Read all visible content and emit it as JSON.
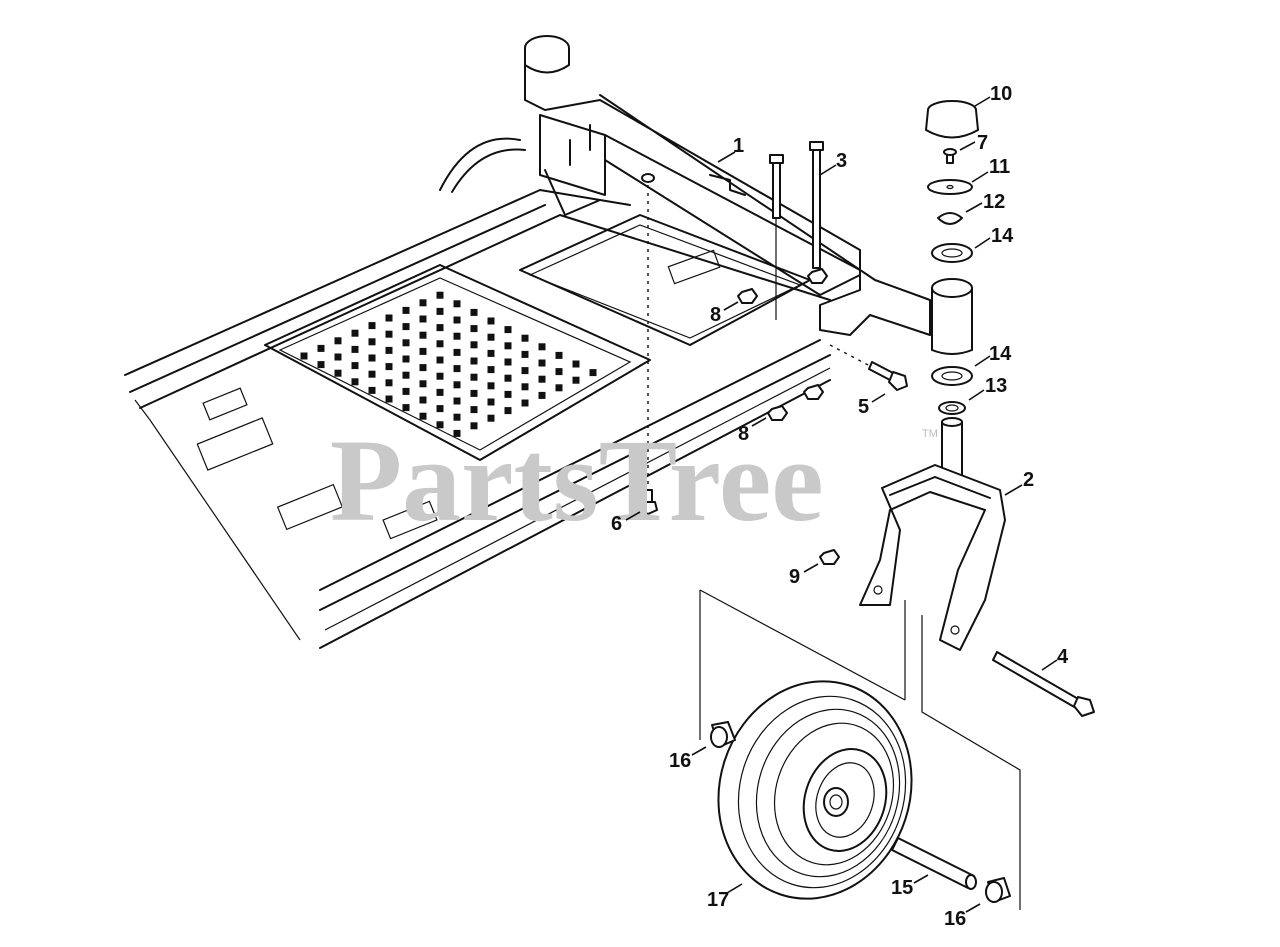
{
  "watermark": {
    "text": "PartsTree",
    "trademark": "TM"
  },
  "callouts": [
    {
      "id": "c1",
      "label": "1"
    },
    {
      "id": "c2",
      "label": "2"
    },
    {
      "id": "c3",
      "label": "3"
    },
    {
      "id": "c4",
      "label": "4"
    },
    {
      "id": "c5",
      "label": "5"
    },
    {
      "id": "c6",
      "label": "6"
    },
    {
      "id": "c7",
      "label": "7"
    },
    {
      "id": "c8a",
      "label": "8"
    },
    {
      "id": "c8b",
      "label": "8"
    },
    {
      "id": "c9",
      "label": "9"
    },
    {
      "id": "c10",
      "label": "10"
    },
    {
      "id": "c11",
      "label": "11"
    },
    {
      "id": "c12",
      "label": "12"
    },
    {
      "id": "c13",
      "label": "13"
    },
    {
      "id": "c14a",
      "label": "14"
    },
    {
      "id": "c14b",
      "label": "14"
    },
    {
      "id": "c15",
      "label": "15"
    },
    {
      "id": "c16a",
      "label": "16"
    },
    {
      "id": "c16b",
      "label": "16"
    },
    {
      "id": "c17",
      "label": "17"
    }
  ]
}
